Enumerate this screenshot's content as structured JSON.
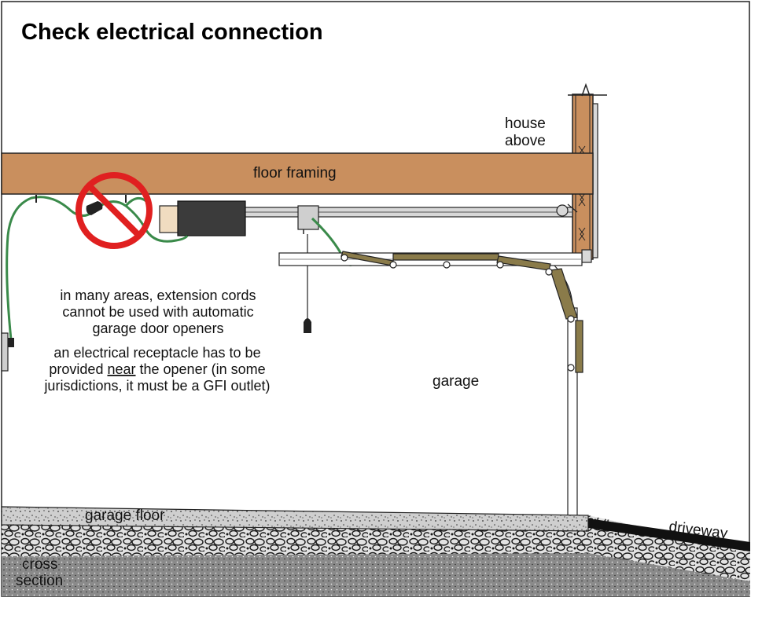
{
  "title": "Check electrical connection",
  "labels": {
    "house_above_line1": "house",
    "house_above_line2": "above",
    "floor_framing": "floor framing",
    "garage": "garage",
    "garage_floor": "garage floor",
    "driveway": "driveway",
    "cross_section_line1": "cross",
    "cross_section_line2": "section"
  },
  "notes": {
    "extension_cords": [
      "in many areas, extension cords",
      "cannot be used with automatic",
      "garage door openers"
    ],
    "receptacle": {
      "line1": "an electrical receptacle has to be",
      "line2_before": "provided ",
      "line2_underlined": "near",
      "line2_after": " the opener (in some",
      "line3": "jurisdictions, it must be a GFI outlet)"
    }
  },
  "colors": {
    "wood": "#c98f5e",
    "cord": "#3a8a4a",
    "prohibition": "#e02020",
    "opener_motor": "#3b3b3b",
    "door_panel": "#8a7b4a",
    "track": "#d8d8d8",
    "gravel": "#6a6a6a",
    "driveway": "#111111"
  },
  "icons": {
    "prohibition": "no-sign-icon",
    "outlet": "wall-outlet-icon"
  }
}
